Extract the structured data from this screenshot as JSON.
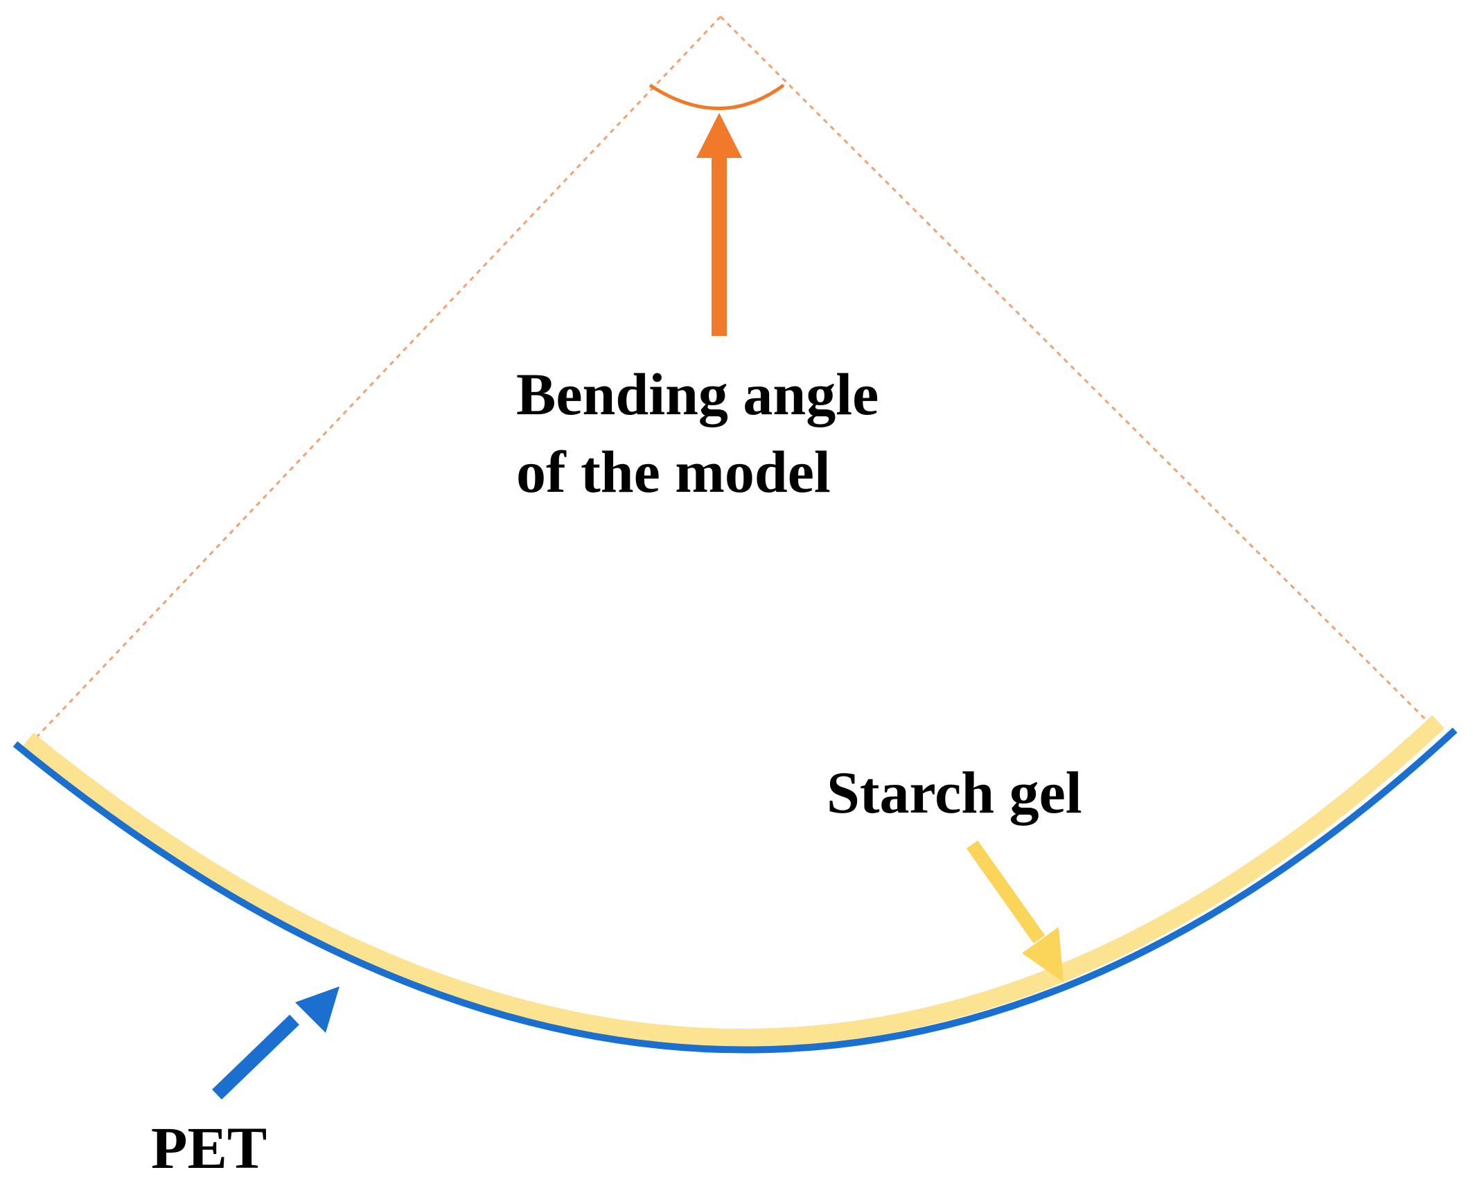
{
  "labels": {
    "bending_angle_line1": "Bending angle",
    "bending_angle_line2": "of the model",
    "starch_gel": "Starch gel",
    "pet": "PET"
  },
  "colors": {
    "background": "#ffffff",
    "guide_lines": "#f4a070",
    "angle_arc": "#f07a2a",
    "bending_arrow": "#f07a2a",
    "starch_gel_layer": "#fbe391",
    "starch_gel_arrow": "#fbd45a",
    "pet_layer": "#1a6fcf",
    "pet_arrow": "#1a6fcf",
    "text": "#000000"
  },
  "icons": {
    "bending_arrow": "arrow-up-icon",
    "starch_gel_arrow": "arrow-down-right-icon",
    "pet_arrow": "arrow-up-right-icon"
  }
}
